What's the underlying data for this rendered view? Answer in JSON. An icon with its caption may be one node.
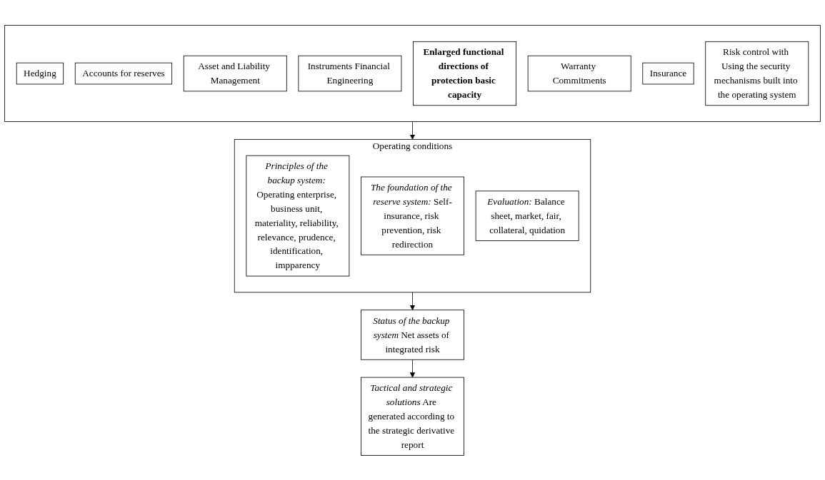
{
  "diagram": {
    "nodes": [
      {
        "text": [],
        "shape": "box"
      },
      {
        "text": [
          "Hedging"
        ],
        "in": 0
      },
      {
        "text": [
          "Accounts for reserves"
        ],
        "in": 0
      },
      {
        "text": [
          "Asset and Liability Management"
        ],
        "in": 0
      },
      {
        "text": [
          "Instruments Financial Engineering"
        ],
        "in": 0
      },
      {
        "text": [
          "Enlarged functional directions of protection basic capacity"
        ],
        "in": 0
      },
      {
        "text": [
          "Warranty Commitments"
        ],
        "in": 0
      },
      {
        "text": [
          "Insurance"
        ],
        "in": 0
      },
      {
        "text": [
          "Risk control with Using the security mechanisms built into the operating system"
        ],
        "in": 0
      },
      {
        "text": [
          "Operating conditions"
        ]
      },
      {
        "text": [
          "Principles of the backup system:",
          "Operating enterprise, business unit, materiality, reliability, relevance, prudence, identification, impparency"
        ],
        "in": 9
      },
      {
        "text": [
          "The foundation of the reserve system:",
          "Self-insurance, risk prevention, risk redirection"
        ],
        "in": 9
      },
      {
        "text": [
          "Evaluation:",
          "Balance sheet, market, fair, collateral, quidation"
        ],
        "in": 9
      },
      {
        "text": [
          "Status of the backup system",
          "Net assets of integrated risk"
        ]
      },
      {
        "text": [
          "Tactical and strategic solutions",
          "Are generated according to the strategic derivative report"
        ]
      }
    ],
    "edges": [
      {
        "from": 0,
        "to": 9,
        "arrow": "to"
      },
      {
        "from": 9,
        "to": 13,
        "arrow": "to"
      },
      {
        "from": 13,
        "to": 14,
        "arrow": "to"
      }
    ]
  }
}
